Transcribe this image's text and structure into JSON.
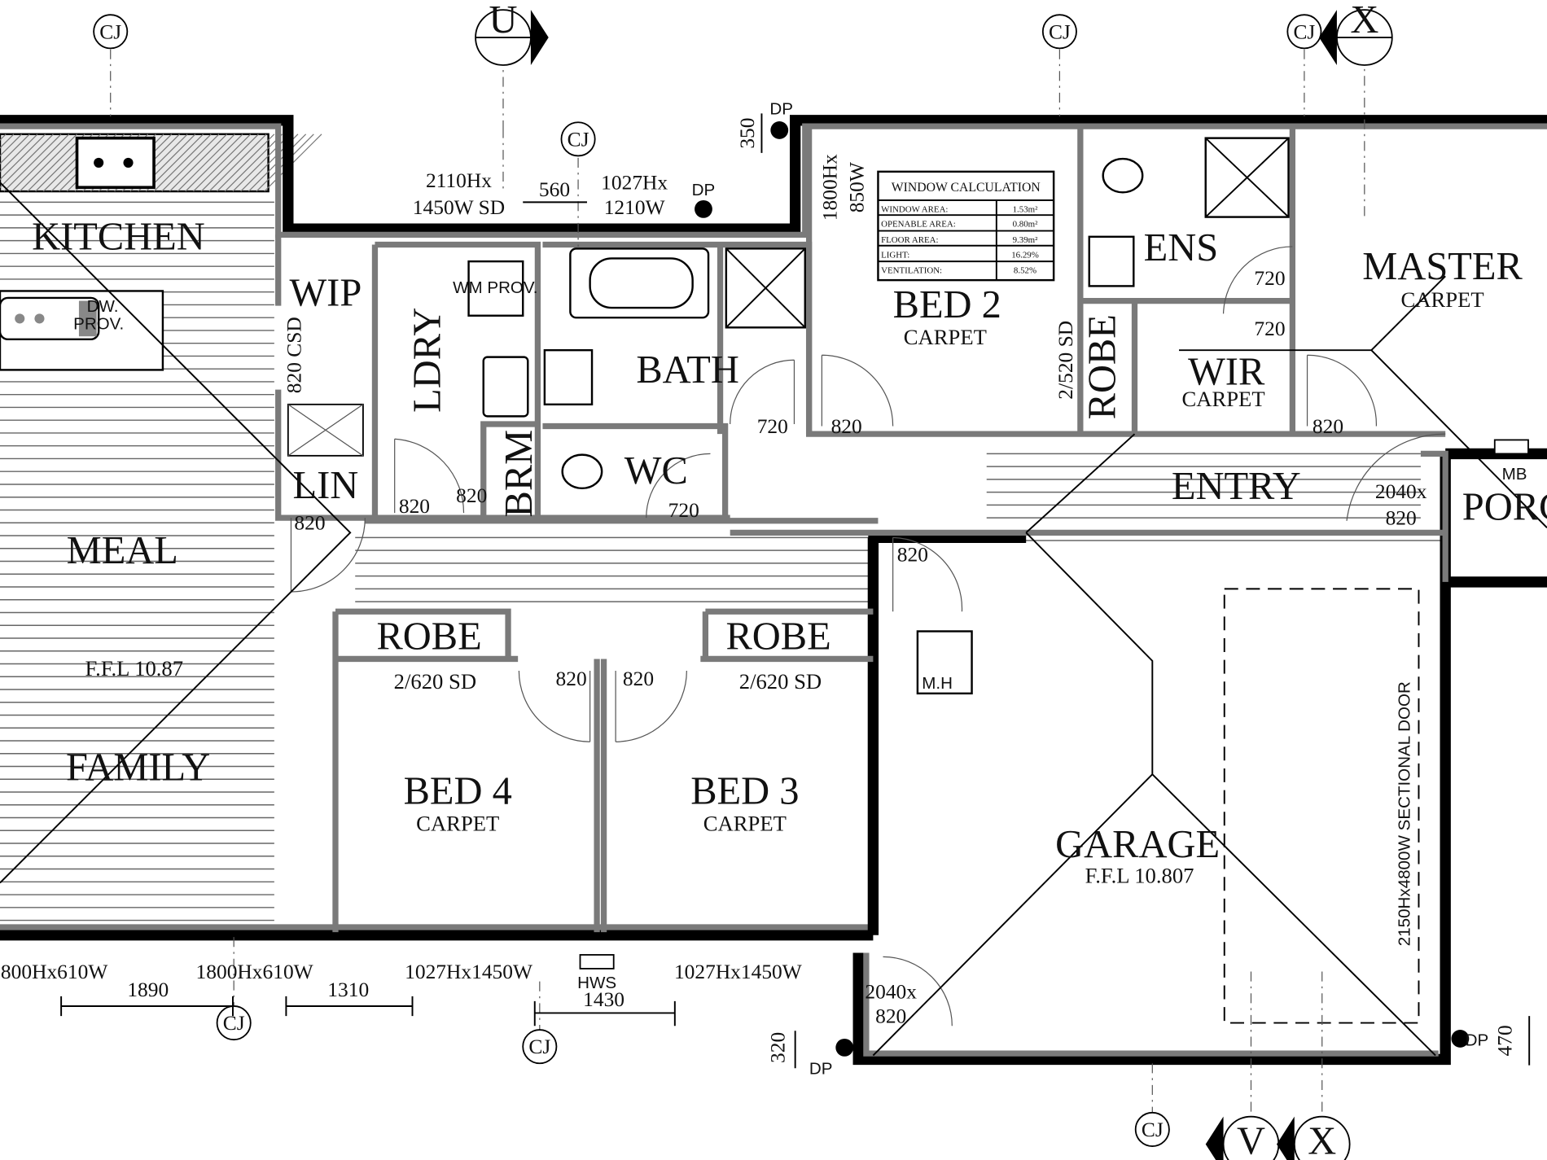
{
  "rooms": {
    "kitchen": "KITCHEN",
    "wip": "WIP",
    "laundry": "LDRY",
    "bath": "BATH",
    "ensuite": "ENS",
    "master": "MASTER",
    "master_floor": "CARPET",
    "bed2": "BED 2",
    "bed2_floor": "CARPET",
    "robe_bed2": "ROBE",
    "wir": "WIR",
    "wir_floor": "CARPET",
    "broom": "BRM",
    "wc": "WC",
    "linen": "LIN",
    "entry": "ENTRY",
    "porch": "PORC",
    "meal": "MEAL",
    "family": "FAMILY",
    "family_ffl": "F.F.L 10.87",
    "robe_bed4": "ROBE",
    "robe_bed4_door": "2/620 SD",
    "robe_bed3": "ROBE",
    "robe_bed3_door": "2/620 SD",
    "bed4": "BED 4",
    "bed4_floor": "CARPET",
    "bed3": "BED 3",
    "bed3_floor": "CARPET",
    "garage": "GARAGE",
    "garage_ffl": "F.F.L 10.807",
    "manhole": "M.H",
    "meter_box": "MB",
    "hws": "HWS",
    "dw_prov_1": "DW.",
    "dw_prov_2": "PROV.",
    "wm_prov": "WM PROV."
  },
  "dimensions": {
    "win_ldry_1": "2110Hx",
    "win_ldry_2": "1450W SD",
    "offset_560": "560",
    "win_bath_1": "1027Hx",
    "win_bath_2": "1210W",
    "dp_top": "DP",
    "dim_350": "350",
    "dp_top2": "DP",
    "win_bed2_1": "1800Hx",
    "win_bed2_2": "850W",
    "wip_door": "820 CSD",
    "robe_bed2_door": "2/520 SD",
    "bath_door": "720",
    "bed2_door": "820",
    "ens_door": "720",
    "wir_door": "720",
    "master_door": "820",
    "entry_door_1": "2040x",
    "entry_door_2": "820",
    "ldry_door": "820",
    "ldry_door2": "820",
    "lin_door": "820",
    "wc_door": "720",
    "garage_int_door": "820",
    "bed4_door": "820",
    "bed3_door": "820",
    "garage_side_door_1": "2040x",
    "garage_side_door_2": "820",
    "sectional_door": "2150Hx4800W SECTIONAL DOOR",
    "dim_320": "320",
    "dp_bottom": "DP",
    "dp_right": "DP",
    "dim_470": "470",
    "win_family_1": "800Hx610W",
    "win_family_2": "1800Hx610W",
    "win_bed4": "1027Hx1450W",
    "win_bed3": "1027Hx1450W",
    "dim_1890": "1890",
    "dim_1310": "1310",
    "dim_1430": "1430"
  },
  "markers": {
    "cj": [
      "CJ",
      "CJ",
      "CJ",
      "CJ",
      "CJ",
      "CJ",
      "CJ"
    ],
    "sections": [
      "U",
      "X",
      "V",
      "X"
    ]
  },
  "window_calculation": {
    "title": "WINDOW CALCULATION",
    "rows": [
      {
        "label": "WINDOW AREA:",
        "value": "1.53m²"
      },
      {
        "label": "OPENABLE AREA:",
        "value": "0.80m²"
      },
      {
        "label": "FLOOR AREA:",
        "value": "9.39m²"
      },
      {
        "label": "LIGHT:",
        "value": "16.29%"
      },
      {
        "label": "VENTILATION:",
        "value": "8.52%"
      }
    ]
  }
}
